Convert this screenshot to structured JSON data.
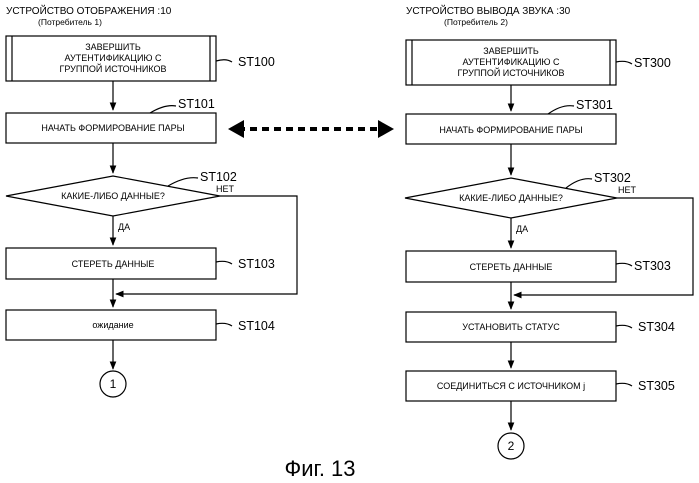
{
  "caption": "Фиг. 13",
  "left": {
    "header": "УСТРОЙСТВО ОТОБРАЖЕНИЯ :10",
    "subheader": "(Потребитель 1)",
    "steps": [
      {
        "id": "ST100",
        "lines": [
          "ЗАВЕРШИТЬ",
          "АУТЕНТИФИКАЦИЮ С",
          "ГРУППОЙ ИСТОЧНИКОВ"
        ]
      },
      {
        "id": "ST101",
        "lines": [
          "НАЧАТЬ ФОРМИРОВАНИЕ ПАРЫ"
        ]
      },
      {
        "id": "ST102",
        "lines": [
          "КАКИЕ-ЛИБО ДАННЫЕ?"
        ],
        "no": "НЕТ",
        "yes": "ДА"
      },
      {
        "id": "ST103",
        "lines": [
          "СТЕРЕТЬ ДАННЫЕ"
        ]
      },
      {
        "id": "ST104",
        "lines": [
          "ожидание"
        ]
      }
    ],
    "connector": "1"
  },
  "right": {
    "header": "УСТРОЙСТВО ВЫВОДА ЗВУКА :30",
    "subheader": "(Потребитель 2)",
    "steps": [
      {
        "id": "ST300",
        "lines": [
          "ЗАВЕРШИТЬ",
          "АУТЕНТИФИКАЦИЮ С",
          "ГРУППОЙ ИСТОЧНИКОВ"
        ]
      },
      {
        "id": "ST301",
        "lines": [
          "НАЧАТЬ ФОРМИРОВАНИЕ ПАРЫ"
        ]
      },
      {
        "id": "ST302",
        "lines": [
          "КАКИЕ-ЛИБО ДАННЫЕ?"
        ],
        "no": "НЕТ",
        "yes": "ДА"
      },
      {
        "id": "ST303",
        "lines": [
          "СТЕРЕТЬ ДАННЫЕ"
        ]
      },
      {
        "id": "ST304",
        "lines": [
          "УСТАНОВИТЬ СТАТУС"
        ]
      },
      {
        "id": "ST305",
        "lines": [
          "СОЕДИНИТЬСЯ С ИСТОЧНИКОМ j"
        ]
      }
    ],
    "connector": "2"
  }
}
